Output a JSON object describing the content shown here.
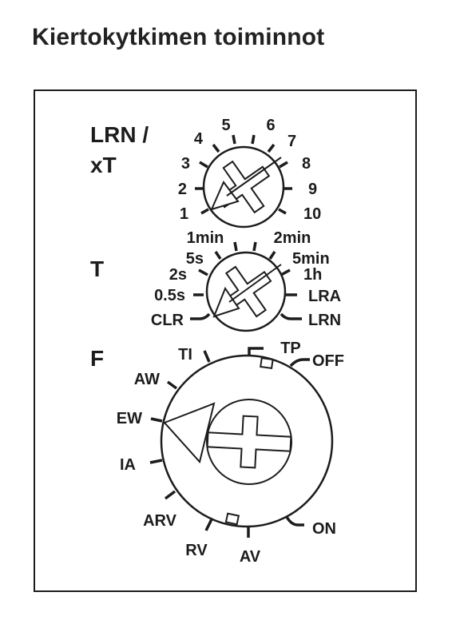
{
  "title": "Kiertokytkimen toiminnot",
  "colors": {
    "ink": "#1c1c1c",
    "background": "#ffffff"
  },
  "dial_lrn": {
    "label_line1": "LRN /",
    "label_line2": "xT",
    "ticks": [
      "1",
      "2",
      "3",
      "4",
      "5",
      "6",
      "7",
      "8",
      "9",
      "10"
    ]
  },
  "dial_t": {
    "label": "T",
    "ticks": [
      "CLR",
      "0.5s",
      "2s",
      "5s",
      "1min",
      "2min",
      "5min",
      "1h",
      "LRA",
      "LRN"
    ]
  },
  "dial_f": {
    "label": "F",
    "ticks": [
      "TI",
      "AW",
      "EW",
      "IA",
      "ARV",
      "RV",
      "AV",
      "ON",
      "OFF",
      "TP"
    ]
  }
}
